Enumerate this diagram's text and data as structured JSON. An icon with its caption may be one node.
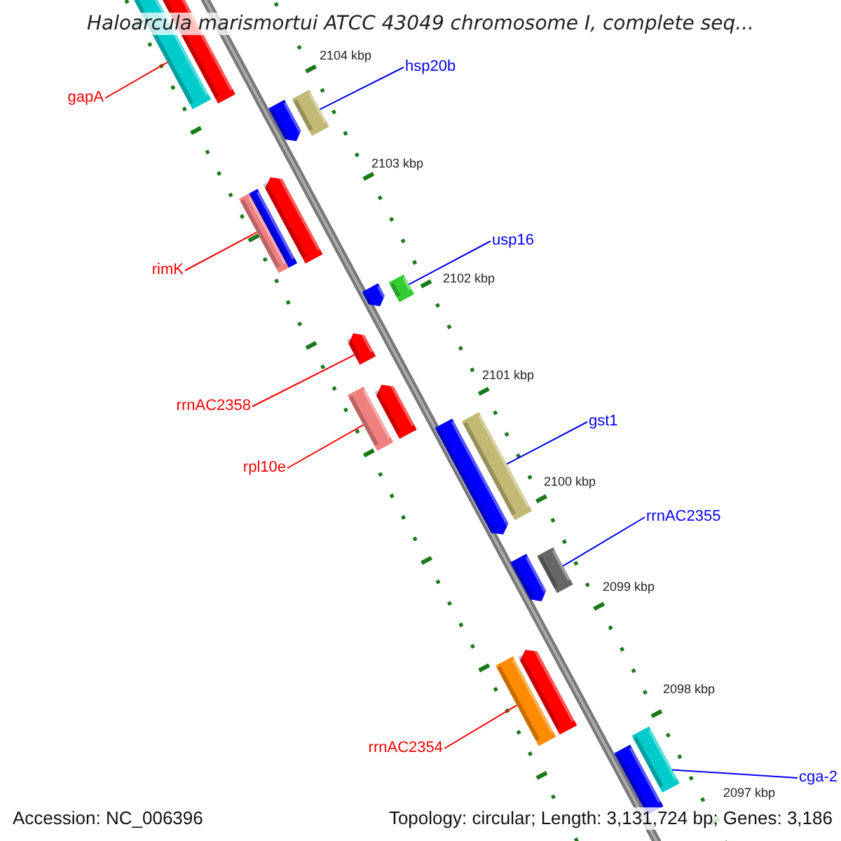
{
  "diagram": {
    "title": "Haloarcula marismortui ATCC 43049 chromosome I, complete seq...",
    "nodes": [
      {
        "text": [
          "hsp20b"
        ]
      },
      {
        "text": [],
        "shape": "bar"
      },
      {
        "text": [
          "gapA"
        ]
      },
      {
        "text": [],
        "shape": "bar"
      },
      {
        "text": [
          "usp16"
        ]
      },
      {
        "text": [],
        "shape": "bar"
      },
      {
        "text": [
          "rimK"
        ]
      },
      {
        "text": [],
        "shape": "bar"
      },
      {
        "text": [
          "rrnAC2358"
        ]
      },
      {
        "text": [],
        "shape": "bar"
      },
      {
        "text": [
          "gst1"
        ]
      },
      {
        "text": [],
        "shape": "bar"
      },
      {
        "text": [
          "rpl10e"
        ]
      },
      {
        "text": [],
        "shape": "bar"
      },
      {
        "text": [
          "rrnAC2355"
        ]
      },
      {
        "text": [],
        "shape": "bar"
      },
      {
        "text": [
          "rrnAC2354"
        ]
      },
      {
        "text": [],
        "shape": "bar"
      },
      {
        "text": [
          "cga-2"
        ]
      },
      {
        "text": [],
        "shape": "bar"
      }
    ],
    "edges": [
      {
        "from": 0,
        "to": 1,
        "arrow": "none",
        "color": "#0000ff"
      },
      {
        "from": 2,
        "to": 3,
        "arrow": "none",
        "color": "#ff0000"
      },
      {
        "from": 4,
        "to": 5,
        "arrow": "none",
        "color": "#0000ff"
      },
      {
        "from": 6,
        "to": 7,
        "arrow": "none",
        "color": "#ff0000"
      },
      {
        "from": 8,
        "to": 9,
        "arrow": "none",
        "color": "#ff0000"
      },
      {
        "from": 10,
        "to": 11,
        "arrow": "none",
        "color": "#0000ff"
      },
      {
        "from": 12,
        "to": 13,
        "arrow": "none",
        "color": "#ff0000"
      },
      {
        "from": 14,
        "to": 15,
        "arrow": "none",
        "color": "#0000ff"
      },
      {
        "from": 16,
        "to": 17,
        "arrow": "none",
        "color": "#ff0000"
      },
      {
        "from": 18,
        "to": 19,
        "arrow": "none",
        "color": "#0000ff"
      }
    ],
    "labels": [
      "2104 kbp",
      "2103 kbp",
      "2102 kbp",
      "2101 kbp",
      "2100 kbp",
      "2099 kbp",
      "2098 kbp",
      "2097 kbp",
      "Accession: NC_006396",
      "Topology: circular; Length: 3,131,724 bp; Genes: 3,186"
    ]
  }
}
